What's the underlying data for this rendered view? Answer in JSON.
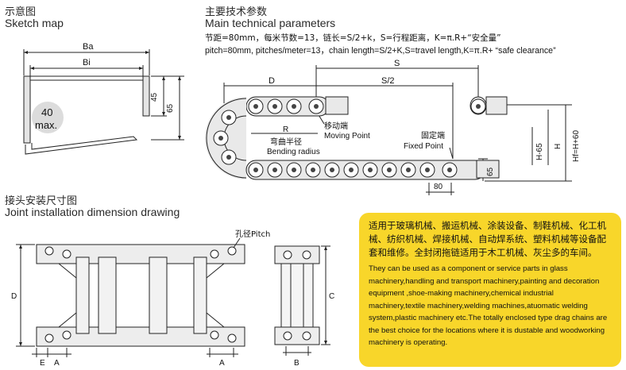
{
  "sketch": {
    "title_zh": "示意图",
    "title_en": "Sketch map",
    "label_ba": "Ba",
    "label_bi": "Bi",
    "label_45": "45",
    "label_65": "65",
    "badge_line1": "40",
    "badge_line2": "max."
  },
  "main_params": {
    "title_zh": "主要技术参数",
    "title_en": "Main technical parameters",
    "line_zh": "节距=80mm，每米节数=13，链长=S/2+k，S=行程距离，K=π.R+“安全量”",
    "line_en": "pitch=80mm, pitches/meter=13，chain length=S/2+K,S=travel length,K=π.R+ “safe clearance”"
  },
  "chain": {
    "label_s": "S",
    "label_d": "D",
    "label_s2": "S/2",
    "label_r": "R",
    "bending_zh": "弯曲半径",
    "bending_en": "Bending radius",
    "moving_zh": "移动端",
    "moving_en": "Moving Point",
    "fixed_zh": "固定端",
    "fixed_en": "Fixed Point",
    "label_h65": "H-65",
    "label_h": "H",
    "label_hf": "Hf=H+60",
    "label_65": "65",
    "label_80": "80"
  },
  "joint": {
    "title_zh": "接头安装尺寸图",
    "title_en": "Joint installation dimension drawing",
    "hole_label": "孔径Pitch",
    "label_d": "D",
    "label_e": "E",
    "label_a1": "A",
    "label_a2": "A",
    "label_c": "C",
    "label_b": "B"
  },
  "info": {
    "text_zh": "适用于玻璃机械、搬运机械、涂装设备、制鞋机械、化工机械、纺织机械、焊接机械、自动焊系统、塑料机械等设备配套和维修。全封闭拖链适用于木工机械、灰尘多的车间。",
    "text_en": "They can be used as a component or service parts in glass machinery,handling and transport machinery,painting and decoration equipment ,shoe-making machinery,chemical industrial machinery,textile machinery,welding machines,atuomatic welding system,plastic machinery etc.The totally enclosed type drag chains are the best choice for the locations where it is dustable and woodworking machinery is operating."
  },
  "colors": {
    "info_bg": "#f8d62a",
    "line": "#222222",
    "link_fill": "#e9e9e9",
    "badge_fill": "#dcdcdc"
  }
}
